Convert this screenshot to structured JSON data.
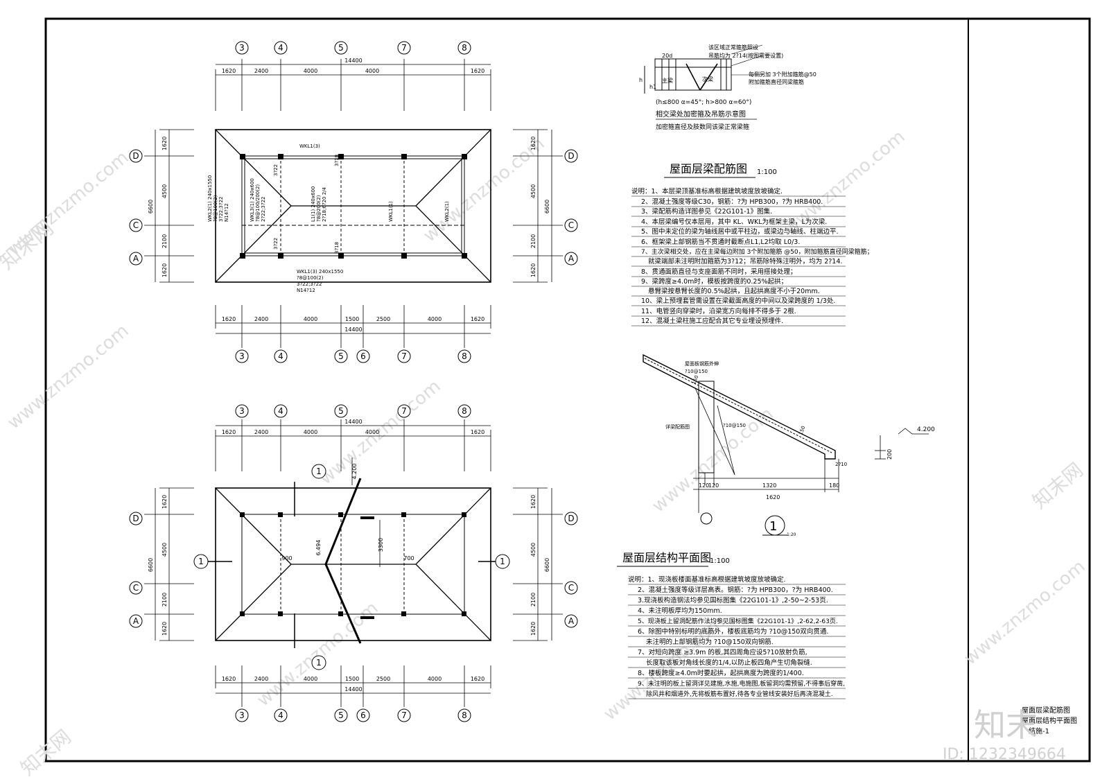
{
  "colors": {
    "line": "#000000",
    "watermark": "#d9d9d9",
    "background": "#ffffff"
  },
  "axis_bubbles": {
    "top": [
      "3",
      "4",
      "5",
      "7",
      "8"
    ],
    "bottom": [
      "3",
      "4",
      "5",
      "6",
      "7",
      "8"
    ],
    "rows": [
      "D",
      "C",
      "A"
    ]
  },
  "dims": {
    "top_total": "14400",
    "top_row": [
      "1620",
      "2400",
      "4000",
      "4000",
      "1620"
    ],
    "bottom_row": [
      "1620",
      "2400",
      "4000",
      "1500",
      "2500",
      "4000",
      "1620"
    ],
    "left_outer": "6600",
    "left_row": [
      "1620",
      "4500",
      "2100",
      "1620"
    ]
  },
  "plan1": {
    "labels": {
      "wkl1_top": "WKL1(3)",
      "wkl1_bot_1": "WKL1(3) 240x1550",
      "wkl1_bot_2": "?8@100(2)",
      "wkl1_bot_3": "3?22;3?22",
      "wkl1_bot_4": "N14?12",
      "wkl2_left": "WKL2(1) 240x1550",
      "wkl2_left_2": "?8@100(2)",
      "wkl2_left_3": "3?22;3?22",
      "wkl2_left_4": "N14?12",
      "wkl3": "WKL3(1) 240x600",
      "wkl3_2": "?8@100/200(2)",
      "wkl3_3": "2?22;3?22",
      "l1": "L1(1) 240x600",
      "l1_2": "?8@200(2)",
      "l1_3": "2?18;6?20 2/4",
      "wkl1_mid": "WKL1(1)",
      "wkl2_right": "WKL2(1)",
      "r1": "3?22",
      "r2": "3?18",
      "r3": "3?22",
      "r4": "3?18"
    }
  },
  "plan2": {
    "labels": {
      "elev_top": "4.200",
      "elev_slope": "6.494",
      "dim_3300": "3300",
      "dim_900": "900",
      "dim_700": "700",
      "sec_mark": "1"
    }
  },
  "detail_top": {
    "title": "相交梁处加密箍及吊筋示意图",
    "subtitle": "加密箍直径及肢数同该梁正常梁箍",
    "n1": "该区域正常箍筋照设",
    "n2": "吊筋均为 2?14(按图需要设置)",
    "n3": "每侧另加 3个附加箍筋@50",
    "n4": "附加箍筋直径同梁箍筋",
    "n5": "(h≤800 α=45°; h>800 α=60°)",
    "lbl_main": "主梁",
    "lbl_sec": "次梁",
    "lbl_20d": "20d",
    "lbl_h": "h",
    "lbl_h1": "h1"
  },
  "section1": {
    "note1": "屋面板钢筋外伸",
    "note2": "?10@150",
    "note3": "?10@150",
    "note4": "详梁配筋图",
    "dim_150a": "150",
    "dim_150b": "150",
    "dim_1320": "1320",
    "dim_180": "180",
    "dim_120a": "120",
    "dim_120b": "120",
    "dim_1620": "1620",
    "dim_200": "200",
    "elev": "4.200",
    "bar": "2?10",
    "label": "1",
    "scale": "1:20"
  },
  "notes_beam": {
    "title": "屋面层梁配筋图",
    "scale": "1:100",
    "items": [
      "说明：1、本层梁顶基准标高根据建筑坡度放坡确定.",
      "2、混凝土强度等级C30，钢筋：?为 HPB300，?为 HRB400.",
      "3、梁配筋构造详图参见《22G101-1》图集.",
      "4、本层梁编号仅本层用，其中 KL、WKL为框架主梁，L为次梁.",
      "5、图中未定位的梁为轴线居中或平柱边，或梁边与轴线、柱端边平.",
      "6、框架梁上部钢筋当不贯通时截断点L1,L2均取 L0/3.",
      "7、主次梁相交处，应在主梁每边附加 3个附加箍筋 @50，附加箍筋直径同梁箍筋；",
      "就梁端部未注明附加箍筋为3?12；吊筋除特殊注明外，均为 2?14.",
      "8、贯通面筋直径与支座面筋不同时，采用搭接处理；",
      "9、梁跨度≥4.0m时，模板按跨度的0.25%起拱；",
      "悬臂梁按悬臂长度的0.5%起拱，且起拱高度不小于20mm.",
      "10、梁上预埋套管需设置在梁截面高度的中间以及梁跨度的 1/3处.",
      "11、电管竖向穿梁时，沿梁宽方向每排不得多于 2根.",
      "12、混凝土梁柱施工应配合其它专业埋设预埋件."
    ]
  },
  "notes_struct": {
    "title": "屋面层结构平面图",
    "scale": "1:100",
    "items": [
      "说明：1、现浇板楼面基准标高根据建筑坡度放坡确定.",
      "2、混凝土强度等级详层高表。钢筋：?为 HPB300，?为 HRB400.",
      "3.现浇板构造钢法均参见国标图集《22G101-1》,2-50~2-53页.",
      "4、未注明板厚均为150mm.",
      "5、现浇板上留洞配筋作法均参见国标图集《22G101-1》,2-62,2-63页.",
      "6、除图中特别标明的底筋外，楼板底筋均为 ?10@150双向贯通.",
      "未注明的上部钢筋均为 ?10@150双向钢筋.",
      "7、对短向跨度 ≥3.9m 的板,其四周角应设5?10放射负筋,",
      "长度取该板对角线长度的1/4,以防止板四角产生切角裂缝.",
      "8、楼板跨度≥4.0m时要起拱，起拱高度为跨度的1/400.",
      "9、未注明的板上留洞详见建施,水施,电施图,板留洞均需预留,不得事后穿凿,",
      "除风井和烟道外,先将板筋布置好,待各专业管线安装好后再浇混凝土."
    ]
  },
  "title_block": {
    "line1": "屋面层梁配筋图",
    "line2": "屋面层结构平面图",
    "line3": "结施-1"
  },
  "watermark": {
    "site": "www.znzmo.com",
    "brand": "知末网",
    "logo": "知末",
    "id": "ID: 1232349664"
  }
}
